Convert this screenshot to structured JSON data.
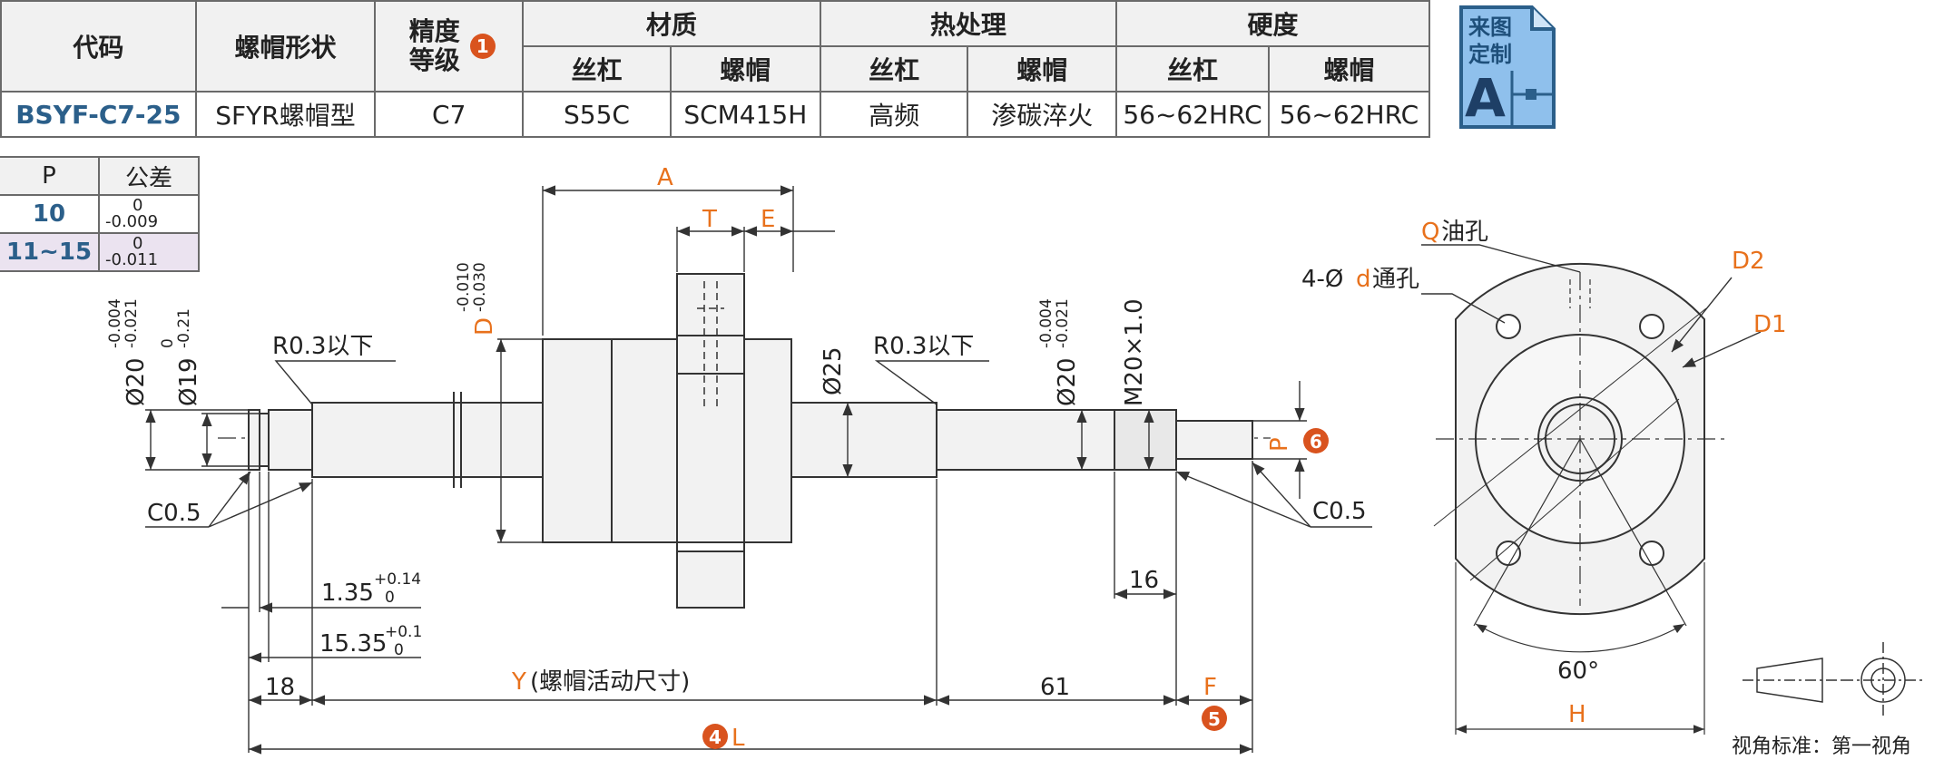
{
  "spec_table": {
    "headers": {
      "code": "代码",
      "nut_shape": "螺帽形状",
      "precision": "精度等级",
      "material": "材质",
      "heat_treatment": "热处理",
      "hardness": "硬度",
      "screw": "丝杠",
      "nut": "螺帽"
    },
    "badge_1": "1",
    "row": {
      "code": "BSYF-C7-25",
      "nut_shape": "SFYR螺帽型",
      "precision": "C7",
      "material_screw": "S55C",
      "material_nut": "SCM415H",
      "heat_screw": "高频",
      "heat_nut": "渗碳淬火",
      "hardness_screw": "56~62HRC",
      "hardness_nut": "56~62HRC"
    }
  },
  "drawing_type_badge": {
    "line1": "来图",
    "line2": "定制",
    "letter": "A"
  },
  "tolerance_table": {
    "header_p": "P",
    "header_tol": "公差",
    "rows": [
      {
        "p": "10",
        "upper": "0",
        "lower": "-0.009"
      },
      {
        "p": "11~15",
        "upper": "0",
        "lower": "-0.011"
      }
    ]
  },
  "dimensions": {
    "A": "A",
    "T": "T",
    "E": "E",
    "D": "D",
    "D_tol_upper": "-0.010",
    "D_tol_lower": "-0.030",
    "d20_left": "Ø20",
    "d20_left_tol_upper": "-0.004",
    "d20_left_tol_lower": "-0.021",
    "d19": "Ø19",
    "d19_tol_upper": "0",
    "d19_tol_lower": "-0.21",
    "r03_left": "R0.3以下",
    "r03_right": "R0.3以下",
    "d25": "Ø25",
    "d20_right": "Ø20",
    "d20_right_tol_upper": "-0.004",
    "d20_right_tol_lower": "-0.021",
    "m20": "M20×1.0",
    "P": "P",
    "badge_6": "6",
    "c05_left": "C0.5",
    "c05_right": "C0.5",
    "d135": "1.35",
    "d135_tol_upper": "+0.14",
    "d135_tol_lower": "0",
    "d1535": "15.35",
    "d1535_tol_upper": "+0.1",
    "d1535_tol_lower": "0",
    "d16": "16",
    "d18": "18",
    "Y_letter": "Y",
    "Y_text": "(螺帽活动尺寸)",
    "d61": "61",
    "F": "F",
    "badge_5": "5",
    "badge_4": "4",
    "L": "L"
  },
  "end_view": {
    "q_letter": "Q",
    "q_text": "油孔",
    "holes_prefix": "4-Ø",
    "holes_d": "d",
    "holes_suffix": "通孔",
    "D2": "D2",
    "D1": "D1",
    "angle": "60°",
    "H": "H"
  },
  "projection_note": "视角标准：第一视角",
  "colors": {
    "accent_orange": "#e8711c",
    "badge_red": "#d9531e",
    "model_blue": "#2b5f8a",
    "line": "#333333"
  }
}
